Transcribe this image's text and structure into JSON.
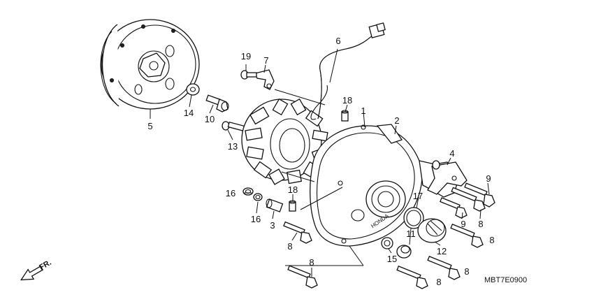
{
  "diagram": {
    "ref_code": "MBT7E0900",
    "direction_label": "FR.",
    "callouts": [
      "1",
      "2",
      "3",
      "4",
      "5",
      "6",
      "7",
      "8",
      "9",
      "10",
      "11",
      "12",
      "13",
      "14",
      "15",
      "16",
      "17",
      "18",
      "19"
    ],
    "repeated": {
      "label_8": "8",
      "label_9": "9",
      "label_16": "16",
      "label_18": "18"
    }
  }
}
